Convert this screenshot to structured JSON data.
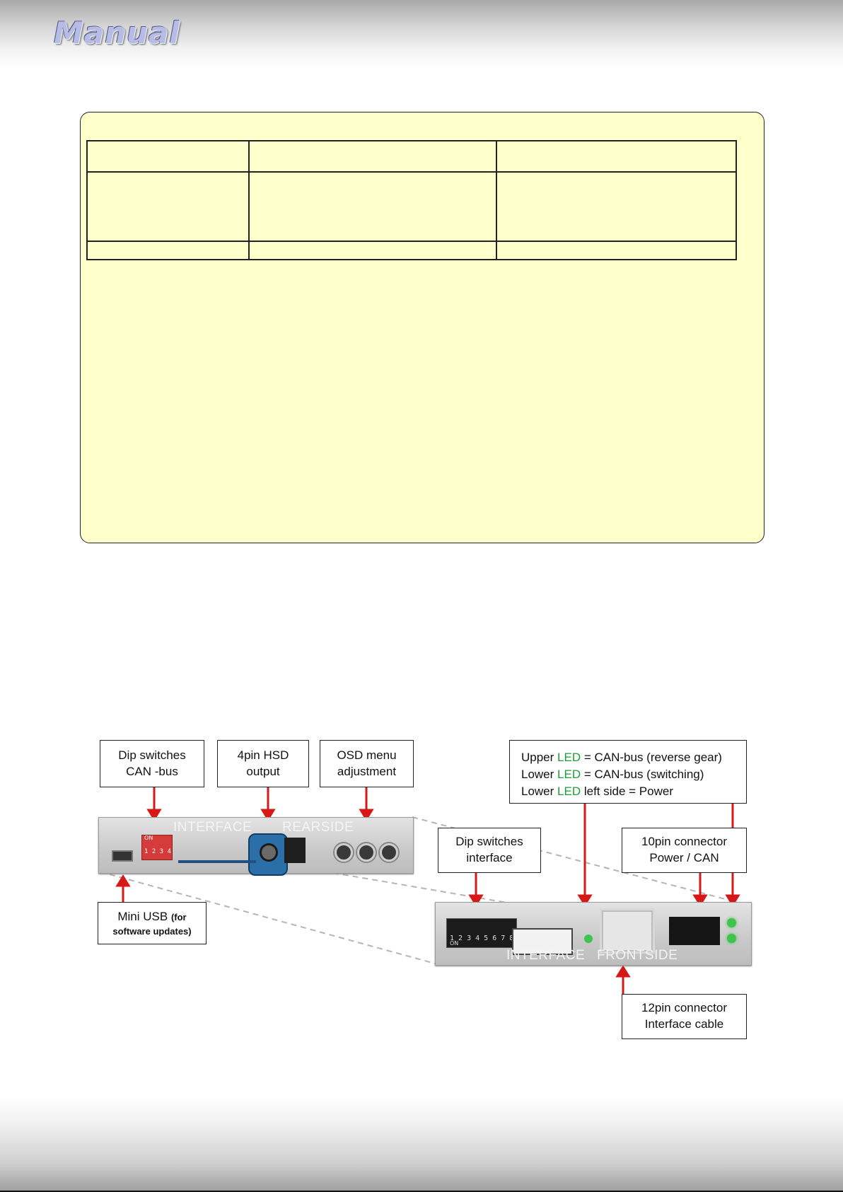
{
  "header": {
    "title": "Manual"
  },
  "callouts": {
    "dip_can": [
      "Dip switches",
      "CAN -bus"
    ],
    "hsd": [
      "4pin HSD",
      "output"
    ],
    "osd": [
      "OSD menu",
      "adjustment"
    ],
    "led_lines": [
      {
        "pre": "Upper ",
        "led": "LED",
        "post": " = CAN-bus (reverse gear)"
      },
      {
        "pre": "Lower ",
        "led": "LED",
        "post": " = CAN-bus (switching)"
      },
      {
        "pre": "Lower ",
        "led": "LED",
        "post": " left side = Power"
      }
    ],
    "dip_interface": [
      "Dip switches",
      "interface"
    ],
    "tenpin": [
      "10pin connector",
      "Power / CAN"
    ],
    "mini_usb": {
      "main": "Mini USB",
      "note1": "(for",
      "note2": "software updates)"
    },
    "twelvepin": [
      "12pin connector",
      "Interface cable"
    ]
  },
  "device_labels": {
    "rear_left": "INTERFACE",
    "rear_right": "REARSIDE",
    "front_left": "INTERFACE",
    "front_right": "FRONTSIDE",
    "dip_numbers": "1 2 3 4 5 6 7 8",
    "dip_on": "ON",
    "red_dip_numbers": "1 2 3 4",
    "red_dip_on": "ON"
  },
  "colors": {
    "led": "#1e9e3a",
    "arrow": "#d71818",
    "notice_bg": "#ffffcc"
  }
}
